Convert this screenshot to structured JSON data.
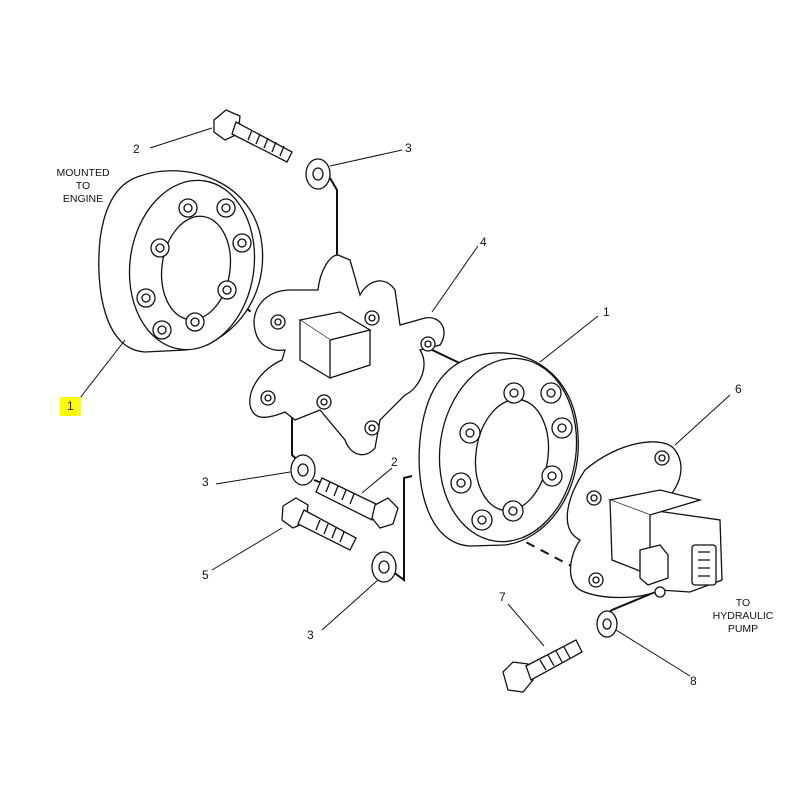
{
  "notes": {
    "engine": [
      "MOUNTED",
      "TO",
      "ENGINE"
    ],
    "pump": [
      "TO",
      "HYDRAULIC",
      "PUMP"
    ]
  },
  "callouts": {
    "c1_left": "1",
    "c2_top": "2",
    "c3_top": "3",
    "c4": "4",
    "c1_right": "1",
    "c6": "6",
    "c3_mid": "3",
    "c2_mid": "2",
    "c5": "5",
    "c3_bottom": "3",
    "c7": "7",
    "c8": "8"
  },
  "colors": {
    "highlight": "#ffff00",
    "ink": "#111111"
  }
}
